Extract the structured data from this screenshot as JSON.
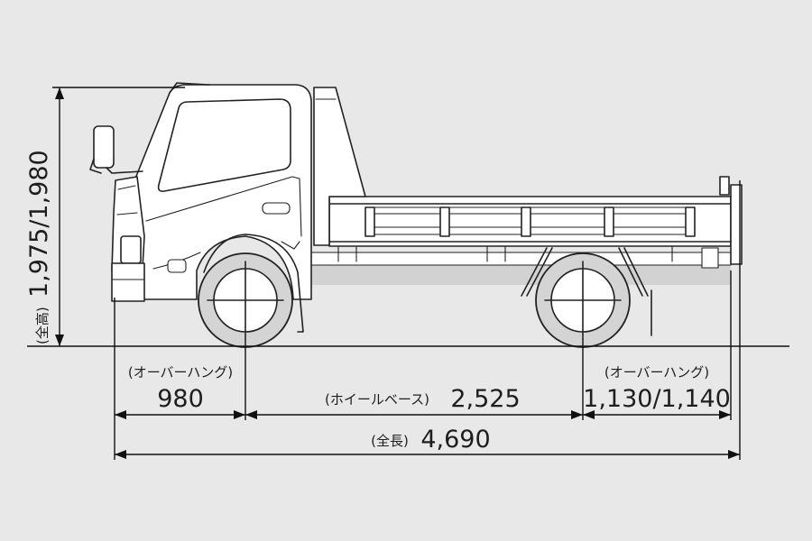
{
  "dimensions": {
    "height": {
      "prefix": "(全高)",
      "value": "1,975/1,980"
    },
    "front_overhang": {
      "label": "(オーバーハング)",
      "value": "980"
    },
    "wheelbase": {
      "label": "(ホイールベース)",
      "value": "2,525"
    },
    "rear_overhang": {
      "label": "(オーバーハング)",
      "value": "1,130/1,140"
    },
    "overall_length": {
      "label": "(全長)",
      "value": "4,690"
    }
  },
  "colors": {
    "background": "#e8e8e8",
    "line": "#222222",
    "tire_fill": "#d4d4d4",
    "body_fill": "#ffffff"
  }
}
